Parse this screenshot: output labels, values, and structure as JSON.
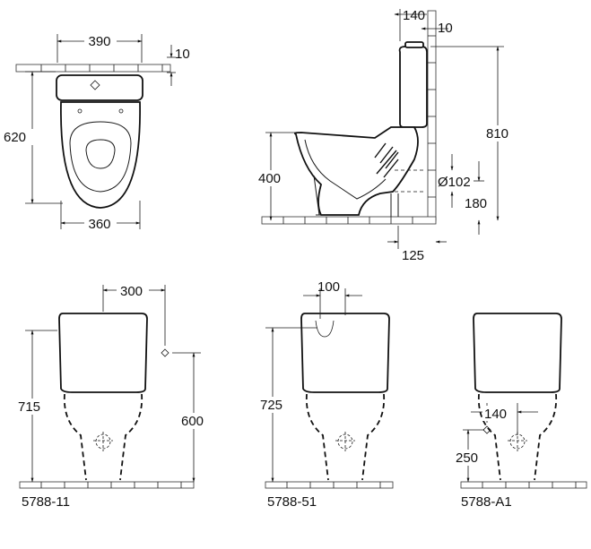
{
  "top_view": {
    "width_cistern": "390",
    "gap_wall": "10",
    "depth": "620",
    "width_bowl": "360"
  },
  "side_view": {
    "cistern_depth": "140",
    "wall_gap": "10",
    "total_height": "810",
    "seat_height": "400",
    "outlet_diameter": "Ø102",
    "outlet_height": "180",
    "outlet_wall": "125"
  },
  "front_views": [
    {
      "model": "5788-11",
      "height": "715",
      "inlet_height": "600",
      "inlet_offset": "300"
    },
    {
      "model": "5788-51",
      "height": "725",
      "inlet_offset": "100"
    },
    {
      "model": "5788-A1",
      "inlet_height": "250",
      "inlet_offset": "140"
    }
  ]
}
